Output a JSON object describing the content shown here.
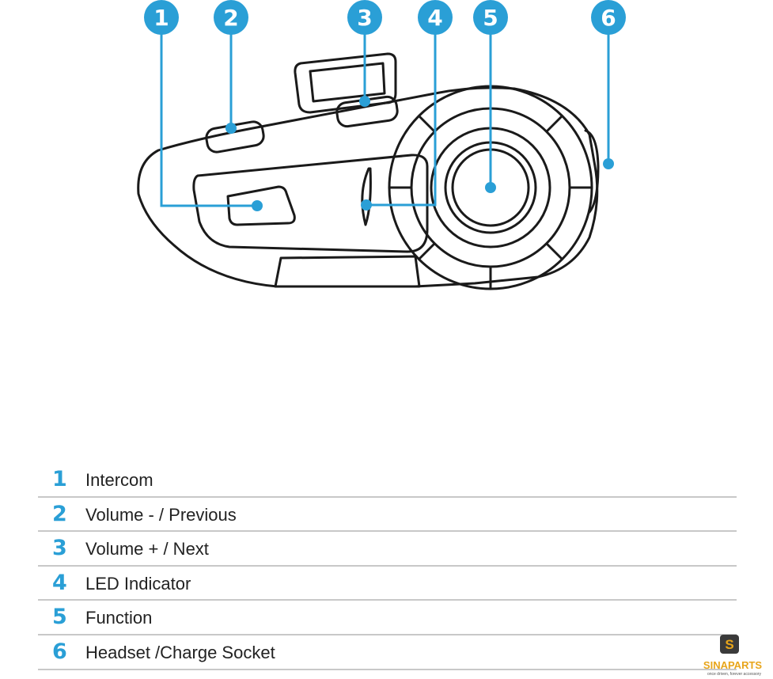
{
  "colors": {
    "accent": "#2a9fd6",
    "line": "#1a1a1a",
    "divider": "#c8c8c8",
    "logo": "#e8a51a"
  },
  "callouts": [
    {
      "number": "1"
    },
    {
      "number": "2"
    },
    {
      "number": "3"
    },
    {
      "number": "4"
    },
    {
      "number": "5"
    },
    {
      "number": "6"
    }
  ],
  "legend": [
    {
      "number": "1",
      "label": "Intercom"
    },
    {
      "number": "2",
      "label": "Volume - / Previous"
    },
    {
      "number": "3",
      "label": "Volume + / Next"
    },
    {
      "number": "4",
      "label": "LED Indicator"
    },
    {
      "number": "5",
      "label": "Function"
    },
    {
      "number": "6",
      "label": "Headset /Charge Socket"
    }
  ],
  "logo": {
    "text": "SINAPARTS",
    "tagline": "once driven, forever accessory",
    "icon": "s-badge-icon"
  }
}
